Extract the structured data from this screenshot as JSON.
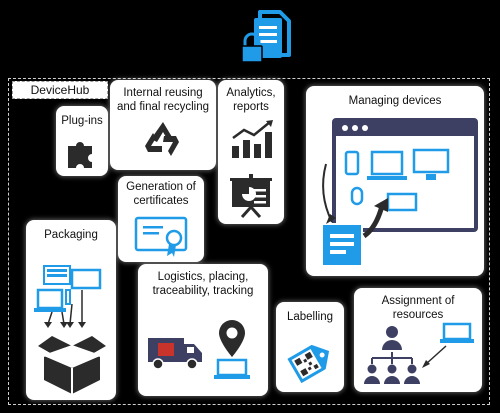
{
  "hub": {
    "label": "DeviceHub"
  },
  "cards": {
    "plugins": "Plug-ins",
    "recycling": "Internal reusing\nand final recycling",
    "analytics": "Analytics,\nreports",
    "managing": "Managing devices",
    "certificates": "Generation of\ncertificates",
    "packaging": "Packaging",
    "logistics": "Logistics, placing,\ntraceability, tracking",
    "labelling": "Labelling",
    "assignment": "Assignment of\nresources"
  },
  "icons": {
    "top": "document-lock-icon",
    "plugins": "puzzle-piece-icon",
    "recycling": "recycle-icon",
    "analytics_top": "bar-chart-icon",
    "analytics_bottom": "presentation-board-icon",
    "managing": "device-management-window-icon",
    "certificates": "certificate-icon",
    "packaging": "devices-into-box-icon",
    "logistics_truck": "delivery-truck-icon",
    "logistics_pin": "map-pin-laptop-icon",
    "labelling": "qr-tag-icon",
    "assignment": "org-chart-laptop-icon"
  },
  "colors": {
    "accent_blue": "#1f9be8",
    "dark_icon": "#2b2b2b",
    "background": "#000000"
  }
}
